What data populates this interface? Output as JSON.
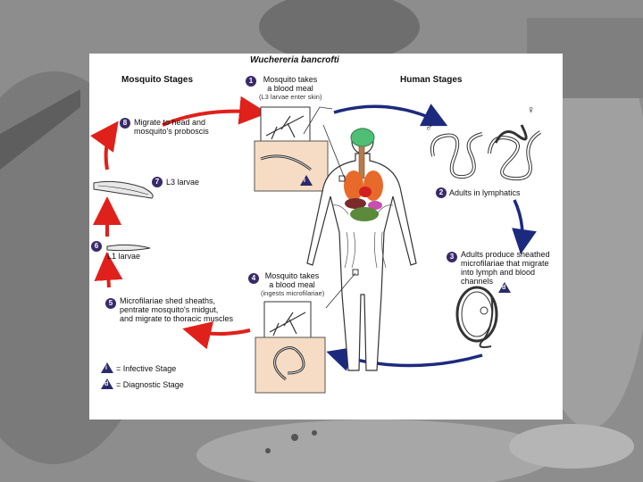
{
  "title": "Wuchereria bancrofti",
  "headers": {
    "mosquito": "Mosquito Stages",
    "human": "Human Stages"
  },
  "stages": [
    {
      "num": "1",
      "text": "Mosquito takes",
      "text2": "a blood meal",
      "note": "(L3 larvae enter skin)"
    },
    {
      "num": "2",
      "text": "Adults in lymphatics"
    },
    {
      "num": "3",
      "text": "Adults produce sheathed",
      "text2": "microfilariae that migrate",
      "text3": "into lymph and blood",
      "text4": "channels"
    },
    {
      "num": "4",
      "text": "Mosquito takes",
      "text2": "a blood meal",
      "note": "(ingests microfilariae)"
    },
    {
      "num": "5",
      "text": "Microfilariae shed sheaths,",
      "text2": "pentrate mosquito's midgut,",
      "text3": "and migrate to thoracic muscles"
    },
    {
      "num": "6",
      "text": "L1 larvae"
    },
    {
      "num": "7",
      "text": "L3 larvae"
    },
    {
      "num": "8",
      "text": "Migrate to head and",
      "text2": "mosquito's proboscis"
    }
  ],
  "legend": {
    "infective_symbol": "i",
    "infective_label": "= Infective Stage",
    "diagnostic_symbol": "d",
    "diagnostic_label": "= Diagnostic Stage"
  },
  "sex_symbols": {
    "male": "♂",
    "female": "♀"
  },
  "colors": {
    "red_arrow": "#e0201a",
    "blue_arrow": "#1c2a7e",
    "badge": "#3a2a6a"
  }
}
